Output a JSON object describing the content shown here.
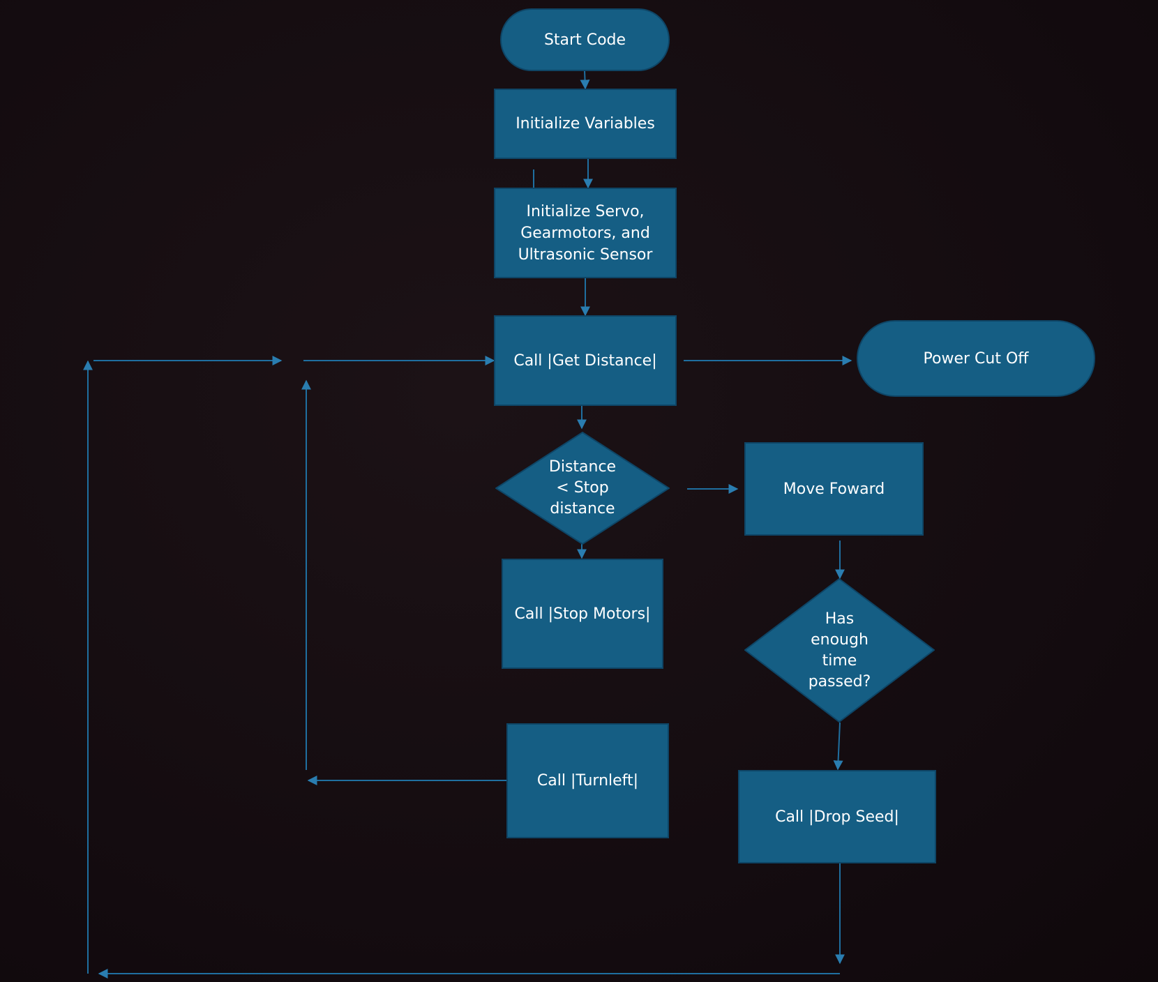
{
  "colors": {
    "background": "#140c10",
    "node_fill": "#155e84",
    "node_border": "#0e4566",
    "connector": "#1f6fa0",
    "text": "#ffffff"
  },
  "nodes": {
    "start": "Start Code",
    "init_vars": "Initialize Variables",
    "init_hw": "Initialize Servo, Gearmotors, and Ultrasonic Sensor",
    "get_distance": "Call |Get Distance|",
    "power_off": "Power Cut Off",
    "decision_distance": [
      "Distance",
      "< Stop",
      "distance"
    ],
    "move_forward": "Move Foward",
    "stop_motors": "Call |Stop Motors|",
    "decision_time": [
      "Has",
      "enough",
      "time",
      "passed?"
    ],
    "turn_left": "Call |Turnleft|",
    "drop_seed": "Call |Drop Seed|"
  }
}
